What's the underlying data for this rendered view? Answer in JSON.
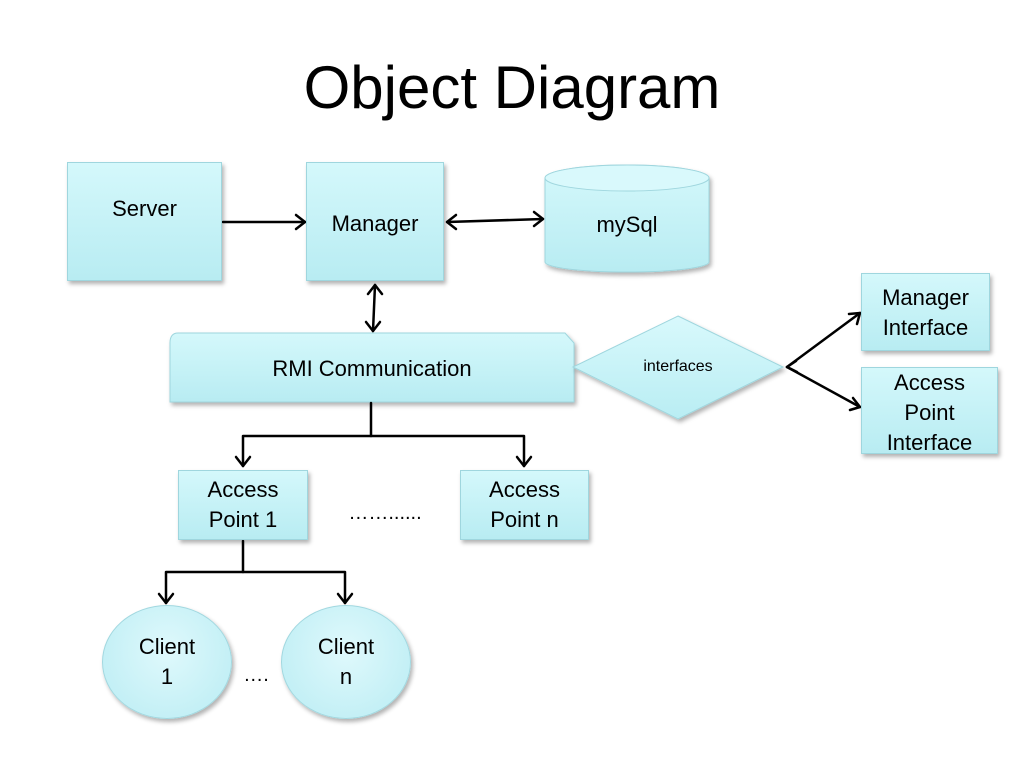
{
  "title": "Object Diagram",
  "nodes": {
    "server": "Server",
    "manager": "Manager",
    "mysql": "mySql",
    "rmi": "RMI Communication",
    "interfaces": "interfaces",
    "manager_interface": [
      "Manager",
      "Interface"
    ],
    "access_point_interface": [
      "Access",
      "Point",
      "Interface"
    ],
    "access_point_1": [
      "Access",
      "Point 1"
    ],
    "access_point_n": [
      "Access",
      "Point n"
    ],
    "ap_ellipsis": "……......",
    "client_1": [
      "Client",
      "1"
    ],
    "client_n": [
      "Client",
      "n"
    ],
    "client_ellipsis": "…."
  },
  "colors": {
    "fill": "#c6f2f7",
    "stroke": "#000000"
  }
}
